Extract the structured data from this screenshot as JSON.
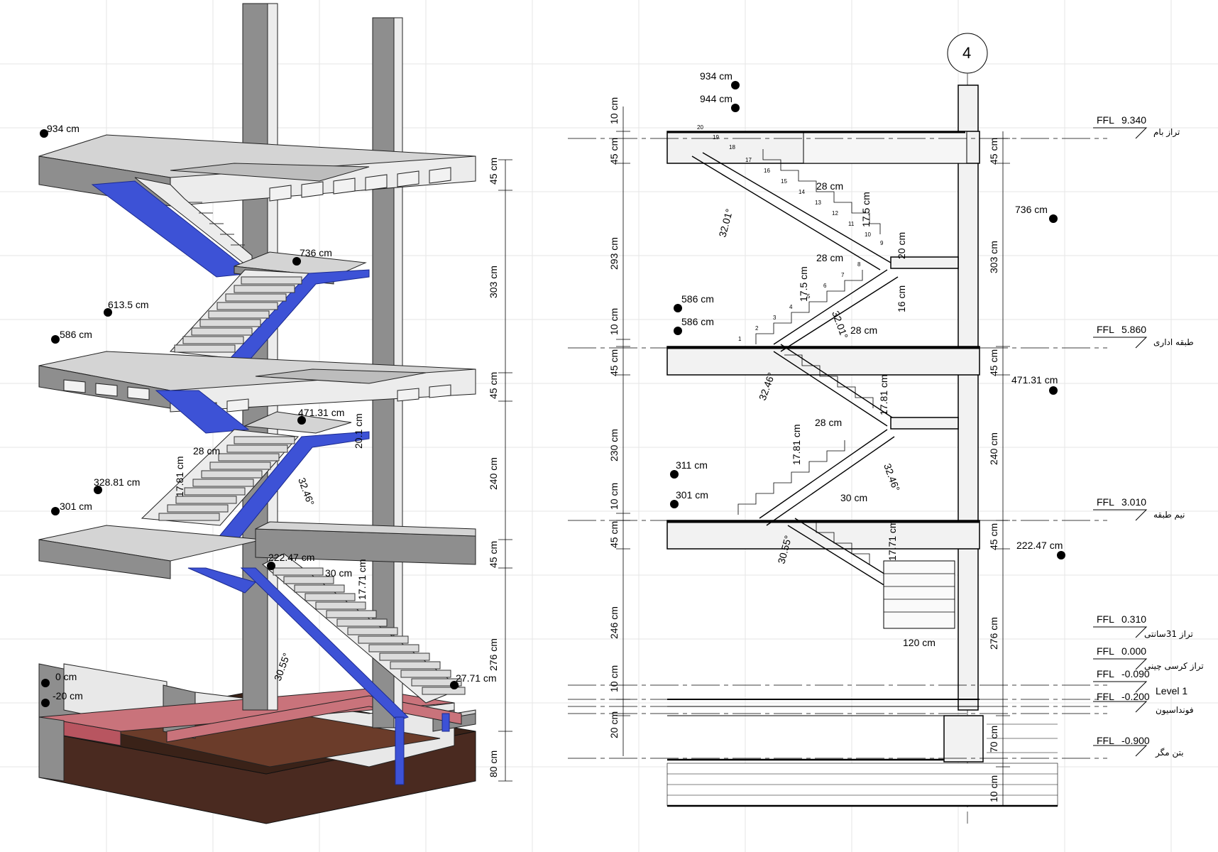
{
  "grid_bubble": "4",
  "iso_elevation_tags": [
    "934 cm",
    "736 cm",
    "613.5 cm",
    "586 cm",
    "471.31 cm",
    "328.81 cm",
    "301 cm",
    "222.47 cm",
    "0 cm",
    "-20 cm",
    "27.71 cm"
  ],
  "iso_dims": {
    "tread": "28 cm",
    "riser_a": "17.81 cm",
    "riser_b": "20.1 cm",
    "riser_c": "17.71 cm",
    "tread_b": "30 cm",
    "angle_a": "32.46°",
    "angle_b": "30.55°"
  },
  "iso_height_dims": [
    "45 cm",
    "303 cm",
    "45 cm",
    "240 cm",
    "45 cm",
    "276 cm",
    "80 cm"
  ],
  "section_top_tags": [
    "934 cm",
    "944 cm"
  ],
  "section_left_dims": [
    "10 cm",
    "45 cm",
    "293 cm",
    "10 cm",
    "45 cm",
    "230 cm",
    "10 cm",
    "45 cm",
    "246 cm",
    "10 cm",
    "20 cm"
  ],
  "section_right_dims": [
    "45 cm",
    "303 cm",
    "45 cm",
    "240 cm",
    "45 cm",
    "276 cm",
    "70 cm",
    "10 cm"
  ],
  "section_inner": {
    "tread_1": "28 cm",
    "riser_1": "17.5 cm",
    "landing_riser": "20 cm",
    "landing_thk": "16 cm",
    "tread_2": "28 cm",
    "riser_2": "17.5 cm",
    "angle_1": "32.01°",
    "angle_2": "32.01°",
    "tread_3": "28 cm",
    "riser_3": "17.81 cm",
    "angle_3": "32.46°",
    "tread_4": "28 cm",
    "riser_4": "17.81 cm",
    "angle_4": "32.46°",
    "tread_5": "30 cm",
    "riser_5": "17.71 cm",
    "angle_5": "30.55°",
    "width": "120 cm"
  },
  "section_tags": [
    "736 cm",
    "586 cm",
    "586 cm",
    "471.31 cm",
    "311 cm",
    "301 cm",
    "222.47 cm"
  ],
  "levels": [
    {
      "ffl": "FFL",
      "value": "9.340",
      "name": "تراز بام"
    },
    {
      "ffl": "FFL",
      "value": "5.860",
      "name": "طبقه اداری"
    },
    {
      "ffl": "FFL",
      "value": "3.010",
      "name": "نیم طبقه"
    },
    {
      "ffl": "FFL",
      "value": "0.310",
      "name": "تراز 31سانتی"
    },
    {
      "ffl": "FFL",
      "value": "0.000",
      "name": "تراز کرسی چینی"
    },
    {
      "ffl": "FFL",
      "value": "-0.090",
      "name": "Level 1"
    },
    {
      "ffl": "FFL",
      "value": "-0.200",
      "name": "فونداسیون"
    },
    {
      "ffl": "FFL",
      "value": "-0.900",
      "name": "بتن مگر"
    }
  ],
  "stair_numbers": [
    "20",
    "19",
    "18",
    "17",
    "16",
    "15",
    "14",
    "13",
    "12",
    "11",
    "10",
    "9",
    "8",
    "7",
    "6",
    "5",
    "4",
    "3",
    "2",
    "1"
  ]
}
